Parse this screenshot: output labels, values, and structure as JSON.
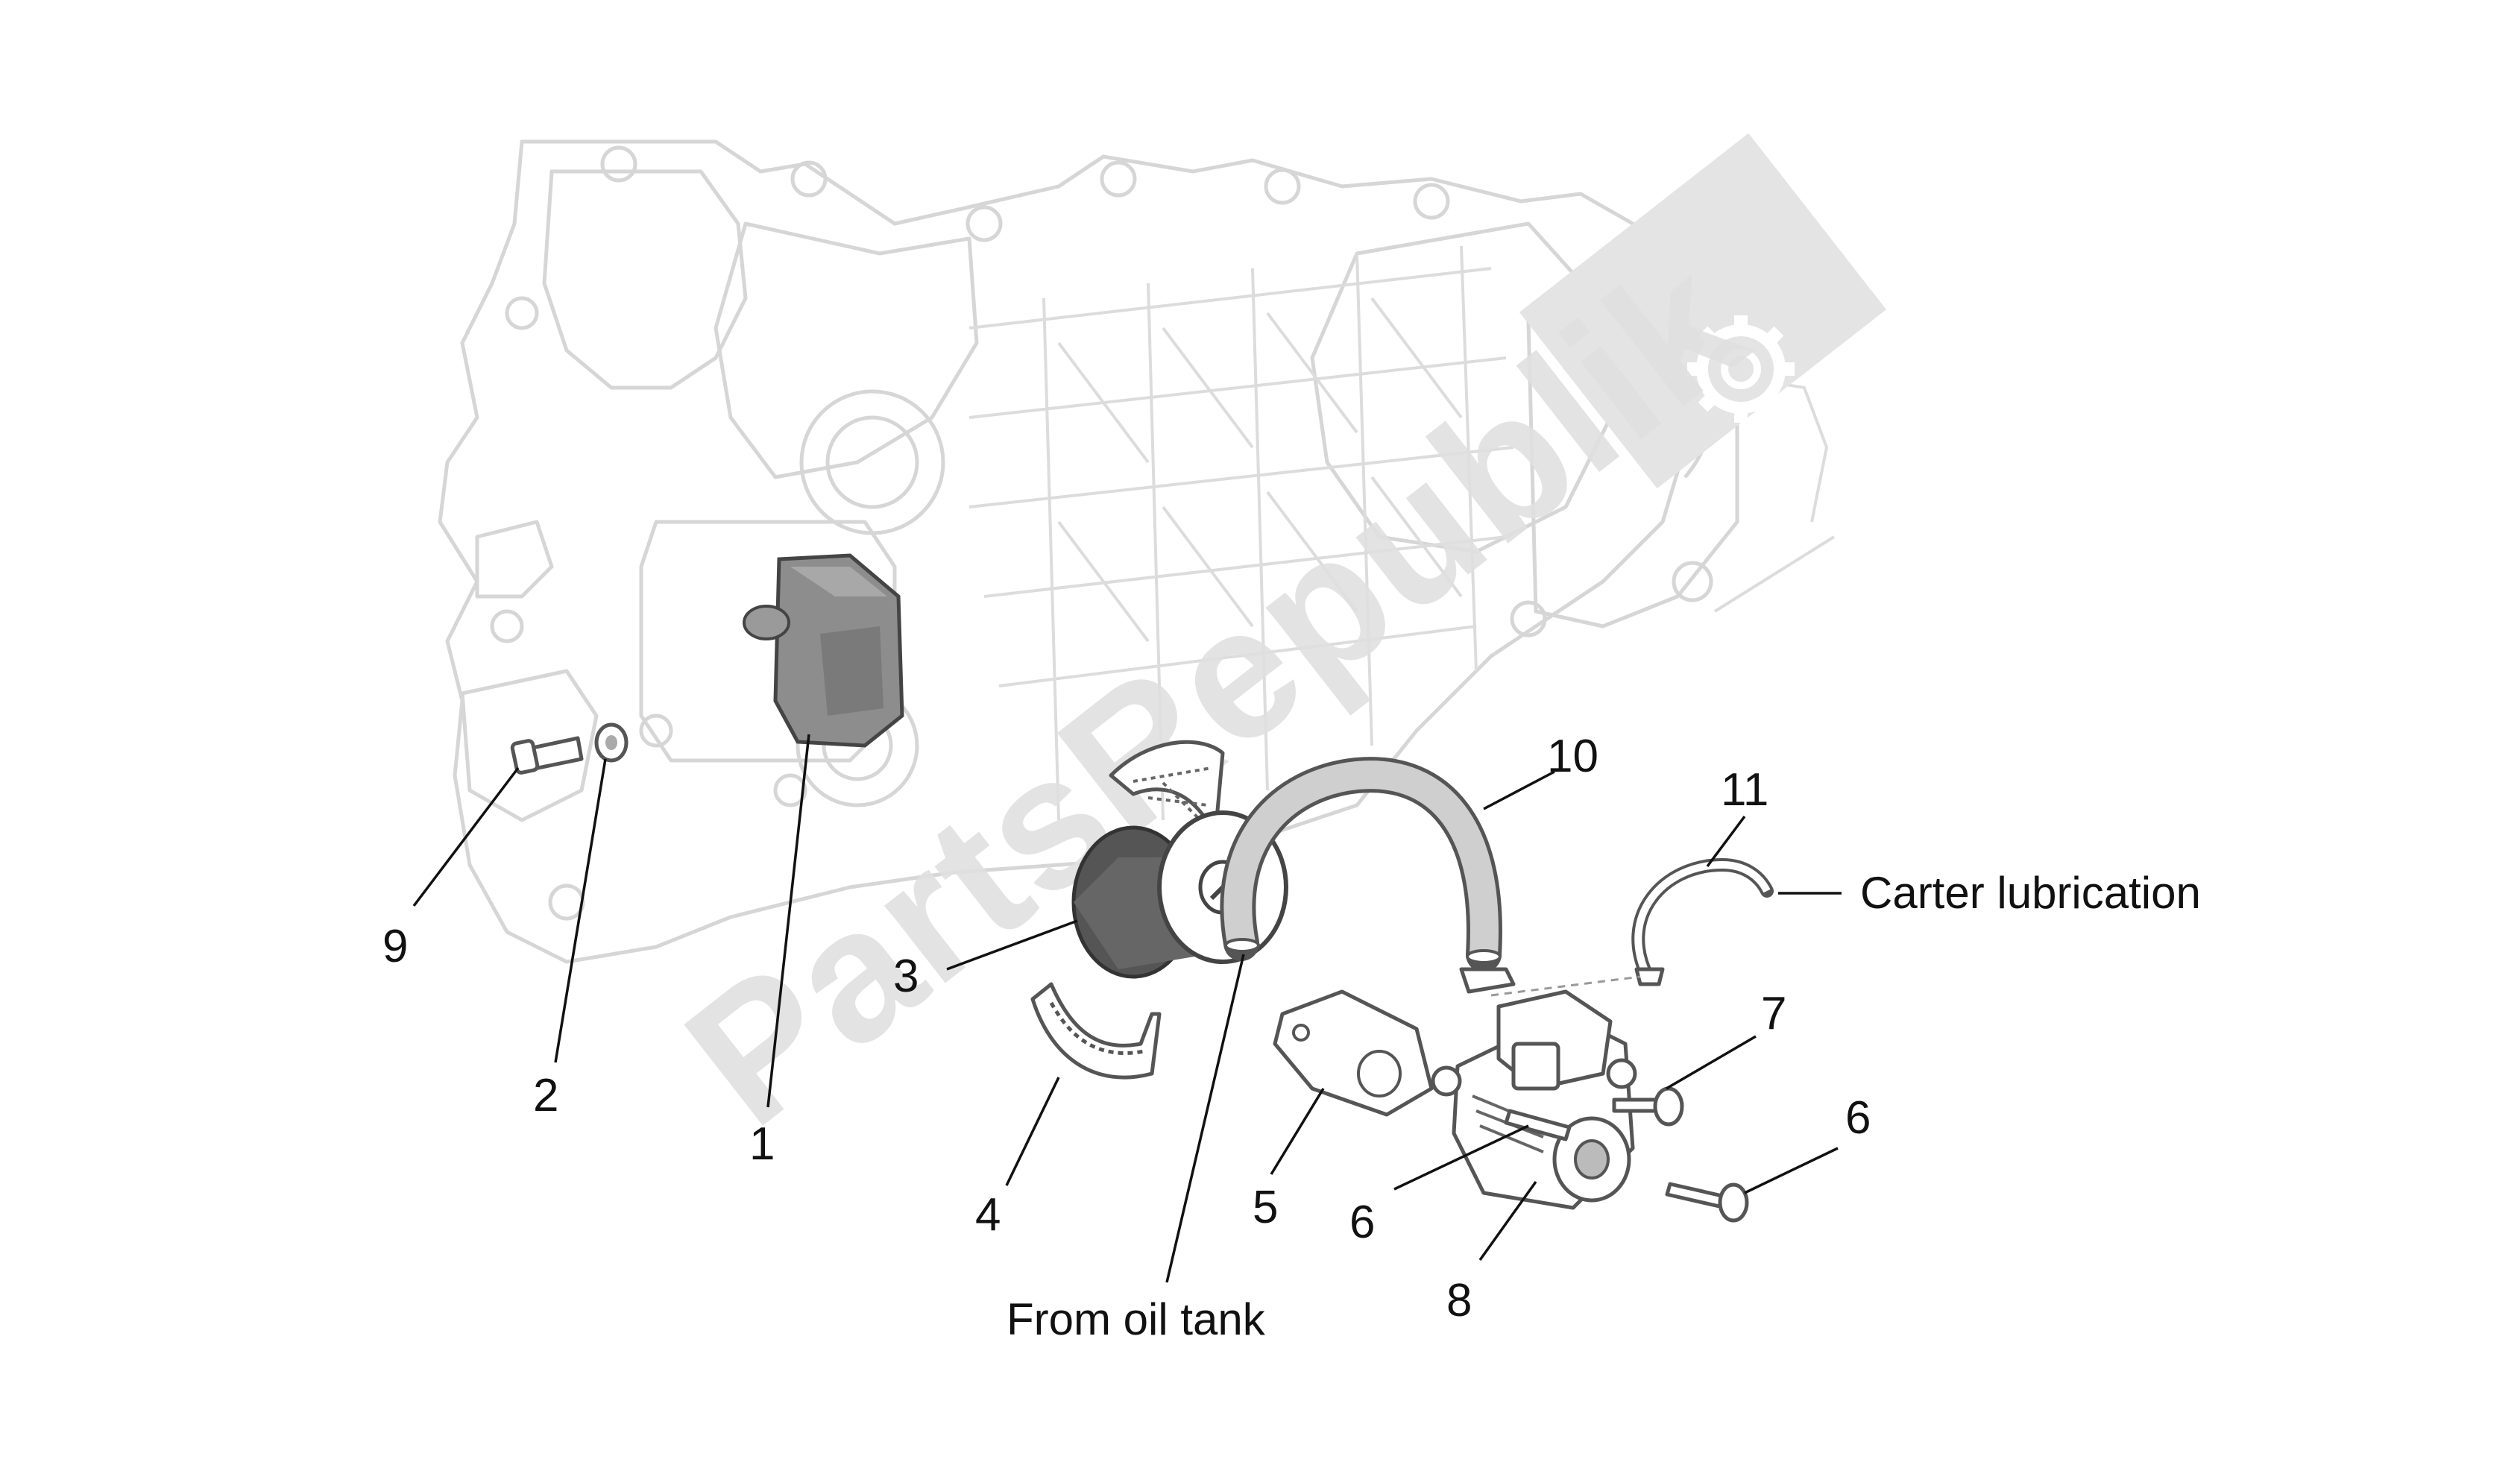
{
  "callouts": [
    {
      "id": "1",
      "text": "1"
    },
    {
      "id": "2",
      "text": "2"
    },
    {
      "id": "3",
      "text": "3"
    },
    {
      "id": "4",
      "text": "4"
    },
    {
      "id": "5",
      "text": "5"
    },
    {
      "id": "6a",
      "text": "6"
    },
    {
      "id": "6b",
      "text": "6"
    },
    {
      "id": "7",
      "text": "7"
    },
    {
      "id": "8",
      "text": "8"
    },
    {
      "id": "9",
      "text": "9"
    },
    {
      "id": "10",
      "text": "10"
    },
    {
      "id": "11",
      "text": "11"
    }
  ],
  "notes": {
    "from_oil_tank": "From oil tank",
    "carter_lubrication": "Carter lubrication"
  },
  "watermark": {
    "text": "PartsRepublik",
    "icon": "gear-icon"
  },
  "colors": {
    "ghost_outline": "#d6d6d6",
    "part_stroke": "#555555",
    "watermark": "#e0e0e0"
  }
}
